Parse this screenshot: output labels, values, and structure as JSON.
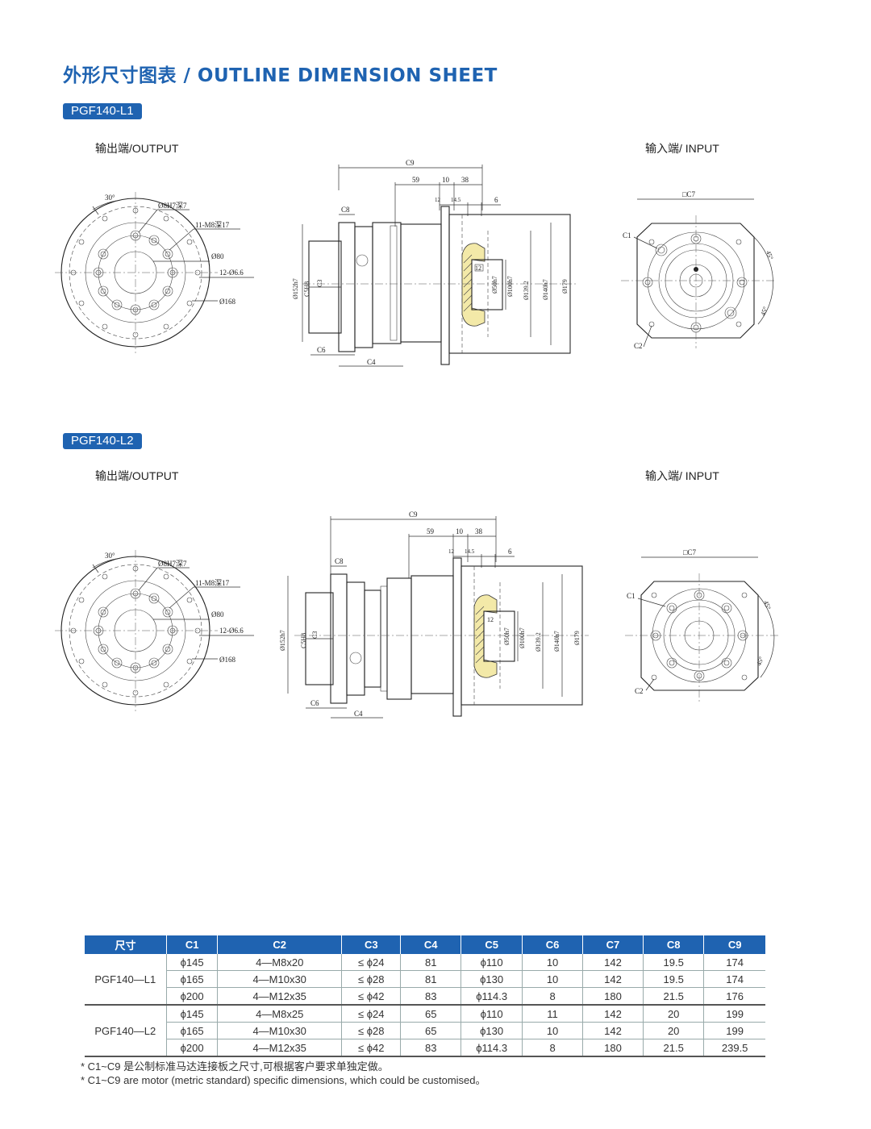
{
  "header": {
    "title": "外形尺寸图表 / OUTLINE DIMENSION SHEET"
  },
  "sections": [
    {
      "model": "PGF140-L1",
      "output_label": "输出端/OUTPUT",
      "input_label": "输入端/ INPUT",
      "output_view": {
        "angle": "30°",
        "hole_label": "Ø8H7深7",
        "thread_label": "11-M8深17",
        "d1": "Ø80",
        "holes": "12-Ø6.6",
        "d2": "Ø168"
      },
      "side_view": {
        "c9": "C9",
        "d59": "59",
        "d10": "10",
        "d38": "38",
        "d12": "12",
        "d145": "14.5",
        "d6": "6",
        "c8": "C8",
        "c6": "C6",
        "c4": "C4",
        "c3": "C3",
        "c5": "C5H8",
        "d152": "Ø152h7",
        "d50": "Ø50h7",
        "d100": "Ø100h7",
        "d1392": "Ø139.2",
        "d140": "Ø140h7",
        "d179": "Ø179",
        "d12b": "12"
      },
      "input_view": {
        "c7": "□C7",
        "c1": "C1",
        "c2": "C2",
        "a1": "45°",
        "a2": "45°"
      }
    },
    {
      "model": "PGF140-L2",
      "output_label": "输出端/OUTPUT",
      "input_label": "输入端/ INPUT",
      "output_view": {
        "angle": "30°",
        "hole_label": "Ø8H7深7",
        "thread_label": "11-M8深17",
        "d1": "Ø80",
        "holes": "12-Ø6.6",
        "d2": "Ø168"
      },
      "side_view": {
        "c9": "C9",
        "d59": "59",
        "d10": "10",
        "d38": "38",
        "d12": "12",
        "d145": "14.5",
        "d6": "6",
        "c8": "C8",
        "c6": "C6",
        "c4": "C4",
        "c3": "C3",
        "c5": "C5H8",
        "d152": "Ø152h7",
        "d50": "Ø50h7",
        "d100": "Ø100h7",
        "d1392": "Ø139.2",
        "d140": "Ø140h7",
        "d179": "Ø179",
        "d12b": "12"
      },
      "input_view": {
        "c7": "□C7",
        "c1": "C1",
        "c2": "C2",
        "a1": "45°",
        "a2": "45°"
      }
    }
  ],
  "table": {
    "headers": [
      "尺寸",
      "C1",
      "C2",
      "C3",
      "C4",
      "C5",
      "C6",
      "C7",
      "C8",
      "C9"
    ],
    "groups": [
      {
        "model": "PGF140—L1",
        "rows": [
          [
            "ϕ145",
            "4—M8x20",
            "≤ ϕ24",
            "81",
            "ϕ110",
            "10",
            "142",
            "19.5",
            "174"
          ],
          [
            "ϕ165",
            "4—M10x30",
            "≤ ϕ28",
            "81",
            "ϕ130",
            "10",
            "142",
            "19.5",
            "174"
          ],
          [
            "ϕ200",
            "4—M12x35",
            "≤ ϕ42",
            "83",
            "ϕ114.3",
            "8",
            "180",
            "21.5",
            "176"
          ]
        ]
      },
      {
        "model": "PGF140—L2",
        "rows": [
          [
            "ϕ145",
            "4—M8x25",
            "≤ ϕ24",
            "65",
            "ϕ110",
            "11",
            "142",
            "20",
            "199"
          ],
          [
            "ϕ165",
            "4—M10x30",
            "≤ ϕ28",
            "65",
            "ϕ130",
            "10",
            "142",
            "20",
            "199"
          ],
          [
            "ϕ200",
            "4—M12x35",
            "≤ ϕ42",
            "83",
            "ϕ114.3",
            "8",
            "180",
            "21.5",
            "239.5"
          ]
        ]
      }
    ]
  },
  "notes": [
    "* C1~C9  是公制标准马达连接板之尺寸,可根据客户要求单独定做。",
    "* C1~C9  are motor (metric standard) specific dimensions, which could be customised。"
  ],
  "colors": {
    "accent": "#1f63b1",
    "hatch": "#f3e9a8"
  }
}
